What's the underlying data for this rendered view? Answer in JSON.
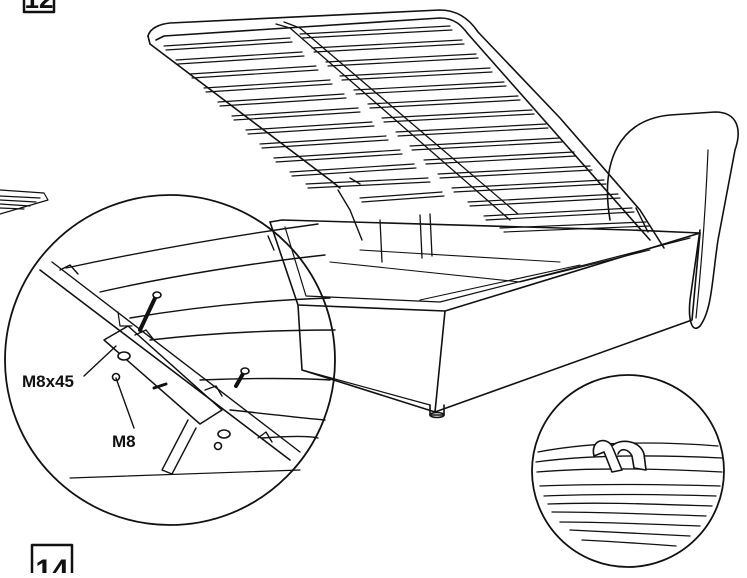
{
  "steps": {
    "previous": "12",
    "next": "14"
  },
  "callouts": {
    "bolt": "M8x45",
    "nut": "M8"
  }
}
